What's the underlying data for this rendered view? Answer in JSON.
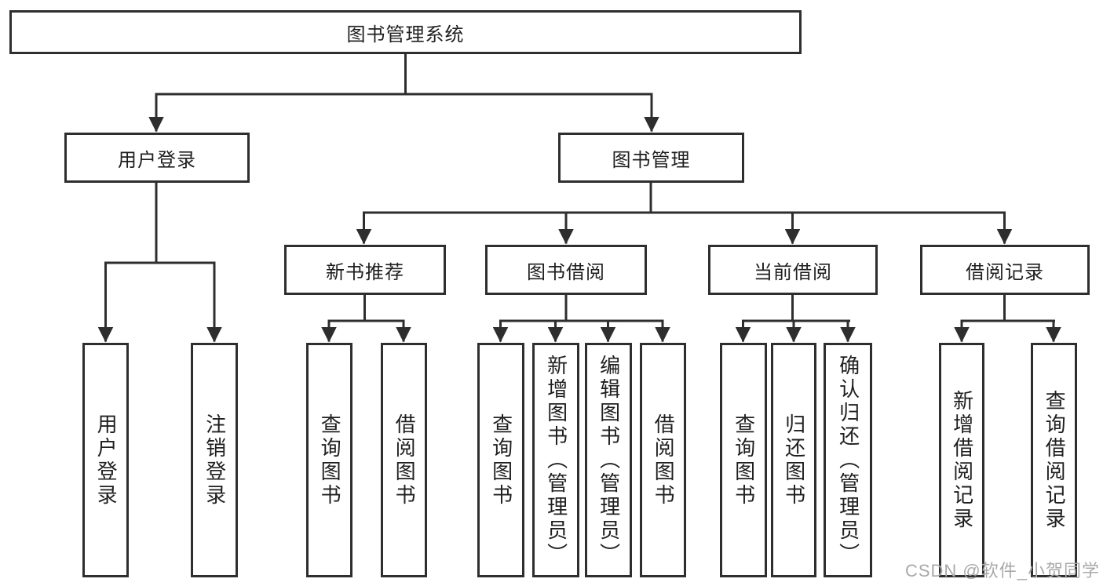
{
  "tree": {
    "root": {
      "label": "图书管理系统"
    },
    "branches": [
      {
        "label": "用户登录",
        "children": [
          {
            "label": "用户登录"
          },
          {
            "label": "注销登录"
          }
        ]
      },
      {
        "label": "图书管理",
        "children": [
          {
            "label": "新书推荐",
            "children": [
              {
                "label": "查询图书"
              },
              {
                "label": "借阅图书"
              }
            ]
          },
          {
            "label": "图书借阅",
            "children": [
              {
                "label": "查询图书"
              },
              {
                "label": "新增图书（管理员）"
              },
              {
                "label": "编辑图书（管理员）"
              },
              {
                "label": "借阅图书"
              }
            ]
          },
          {
            "label": "当前借阅",
            "children": [
              {
                "label": "查询图书"
              },
              {
                "label": "归还图书"
              },
              {
                "label": "确认归还（管理员）"
              }
            ]
          },
          {
            "label": "借阅记录",
            "children": [
              {
                "label": "新增借阅记录"
              },
              {
                "label": "查询借阅记录"
              }
            ]
          }
        ]
      }
    ]
  },
  "watermark": "CSDN @软件_小贺同学",
  "colors": {
    "line": "#2e2e2e",
    "box_border": "#2e2e2e",
    "text": "#1f1f1f",
    "background": "#ffffff",
    "watermark": "#a9a9a9"
  }
}
